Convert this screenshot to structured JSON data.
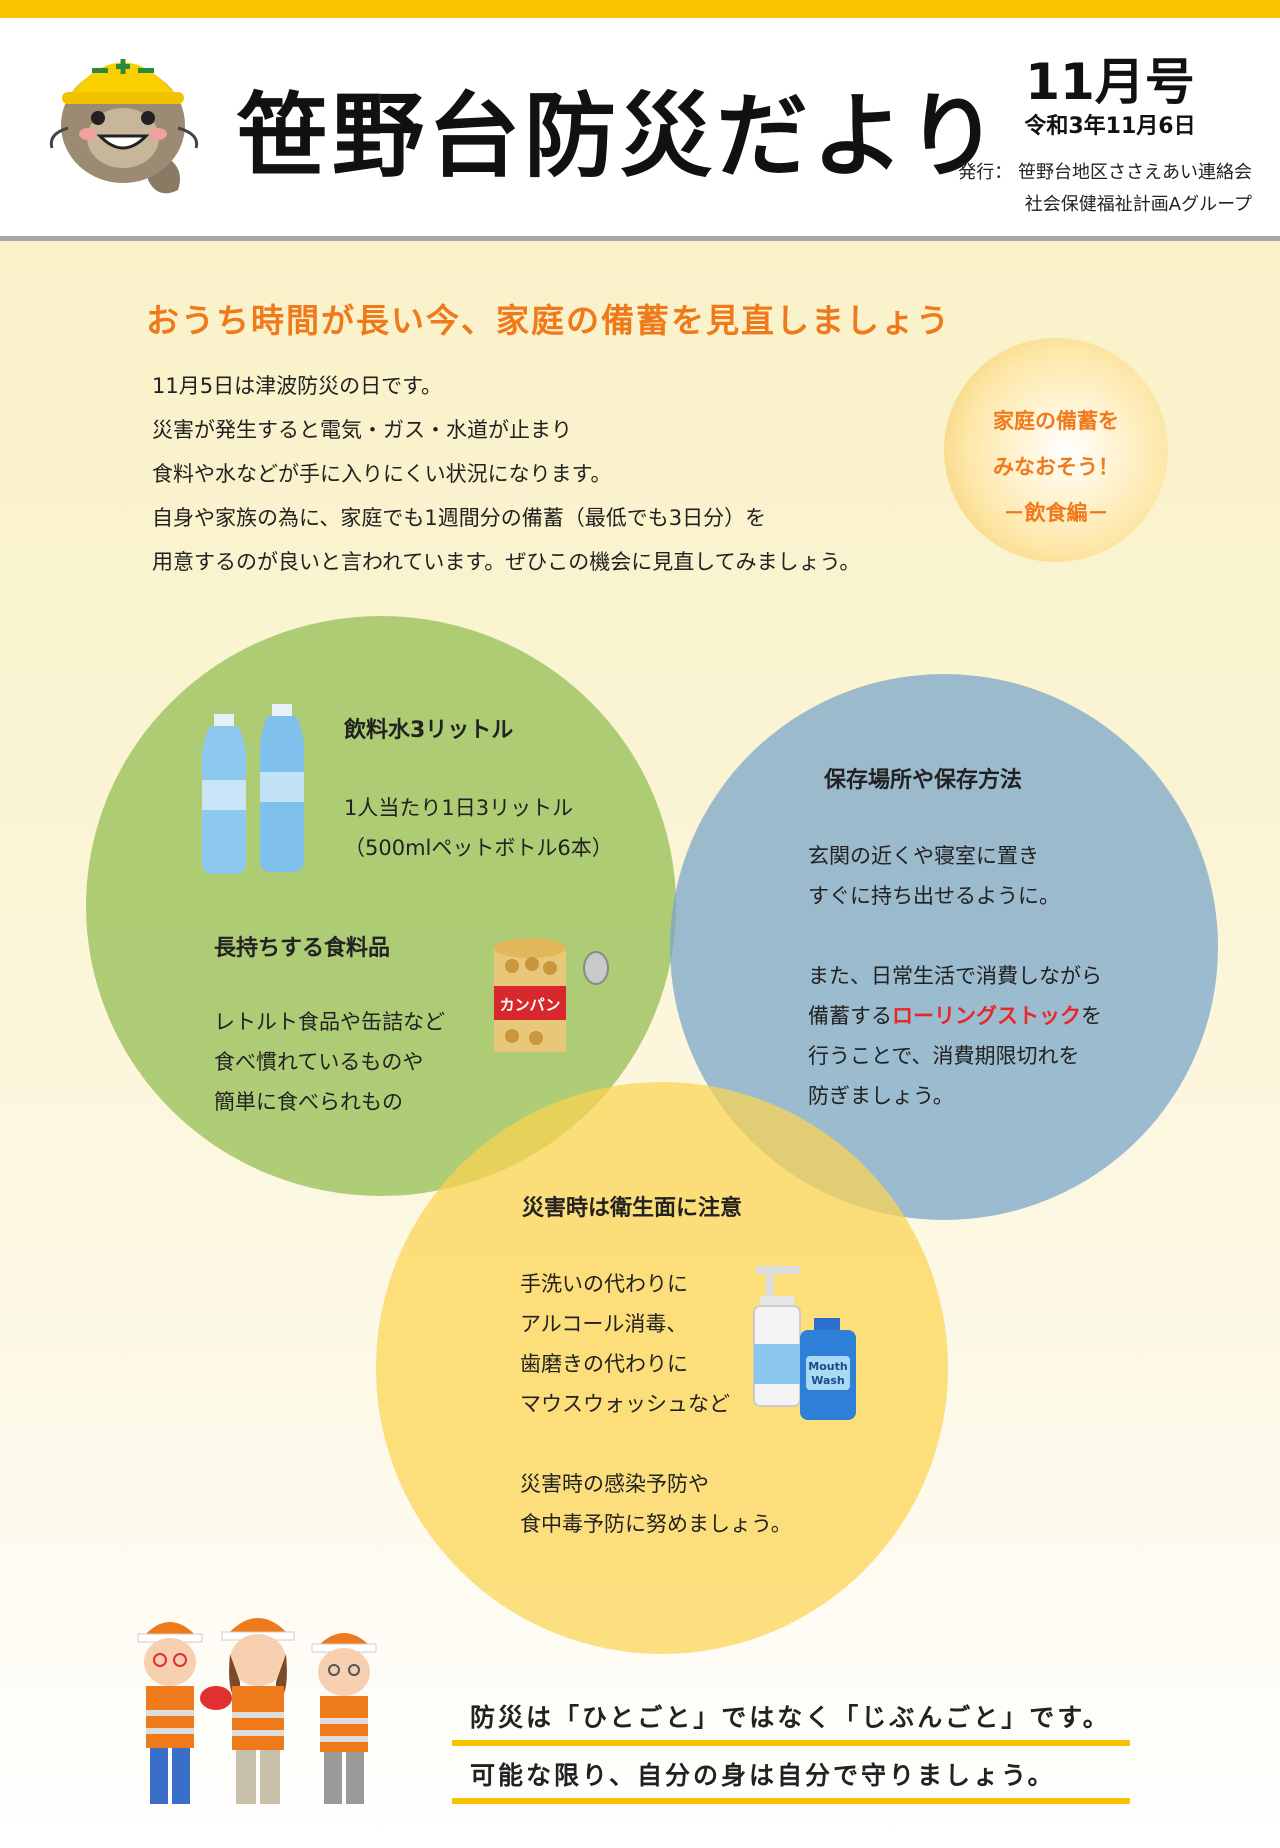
{
  "header": {
    "title": "笹野台防災だより",
    "issue": "11月号",
    "date": "令和3年11月6日",
    "publisher_line1": "発行：  笹野台地区ささえあい連絡会",
    "publisher_line2": "社会保健福祉計画Aグループ"
  },
  "main": {
    "headline": "おうち時間が長い今、家庭の備蓄を見直しましょう",
    "intro_lines": [
      "11月5日は津波防災の日です。",
      "災害が発生すると電気・ガス・水道が止まり",
      "食料や水などが手に入りにくい状況になります。",
      "自身や家族の為に、家庭でも1週間分の備蓄（最低でも3日分）を",
      "用意するのが良いと言われています。ぜひこの機会に見直してみましょう。"
    ],
    "badge_lines": [
      "家庭の備蓄を",
      "みなおそう！",
      "－飲食編－"
    ]
  },
  "circles": {
    "water": {
      "title": "飲料水3リットル",
      "lines": [
        "1人当たり1日3リットル",
        "（500mlペットボトル6本）"
      ]
    },
    "food": {
      "title": "長持ちする食料品",
      "lines": [
        "レトルト食品や缶詰など",
        "食べ慣れているものや",
        "簡単に食べられもの"
      ]
    },
    "storage": {
      "title": "保存場所や保存方法",
      "lines": [
        "玄関の近くや寝室に置き",
        "すぐに持ち出せるように。"
      ],
      "rolling_pre": "また、日常生活で消費しながら",
      "rolling_mid_pre": "備蓄する",
      "rolling_highlight": "ローリングストック",
      "rolling_mid_post": "を",
      "rolling_post": [
        "行うことで、消費期限切れを",
        "防ぎましょう。"
      ]
    },
    "hygiene": {
      "title": "災害時は衛生面に注意",
      "lines": [
        "手洗いの代わりに",
        "アルコール消毒、",
        "歯磨きの代わりに",
        "マウスウォッシュなど"
      ],
      "lines2": [
        "災害時の感染予防や",
        "食中毒予防に努めましょう。"
      ]
    }
  },
  "illustrations": {
    "can_label": "カンパン",
    "mouthwash_label1": "Mouth",
    "mouthwash_label2": "Wash"
  },
  "footer": {
    "line1": "防災は「ひとごと」ではなく「じぶんごと」です。",
    "line2": "可能な限り、自分の身は自分で守りましょう。"
  },
  "colors": {
    "accent_yellow": "#f8c400",
    "headline_orange": "#ef7a1c",
    "highlight_red": "#e8262c",
    "circle_green": "#99c058",
    "circle_blue": "#76a3c9",
    "circle_yellow": "#fbd450"
  }
}
